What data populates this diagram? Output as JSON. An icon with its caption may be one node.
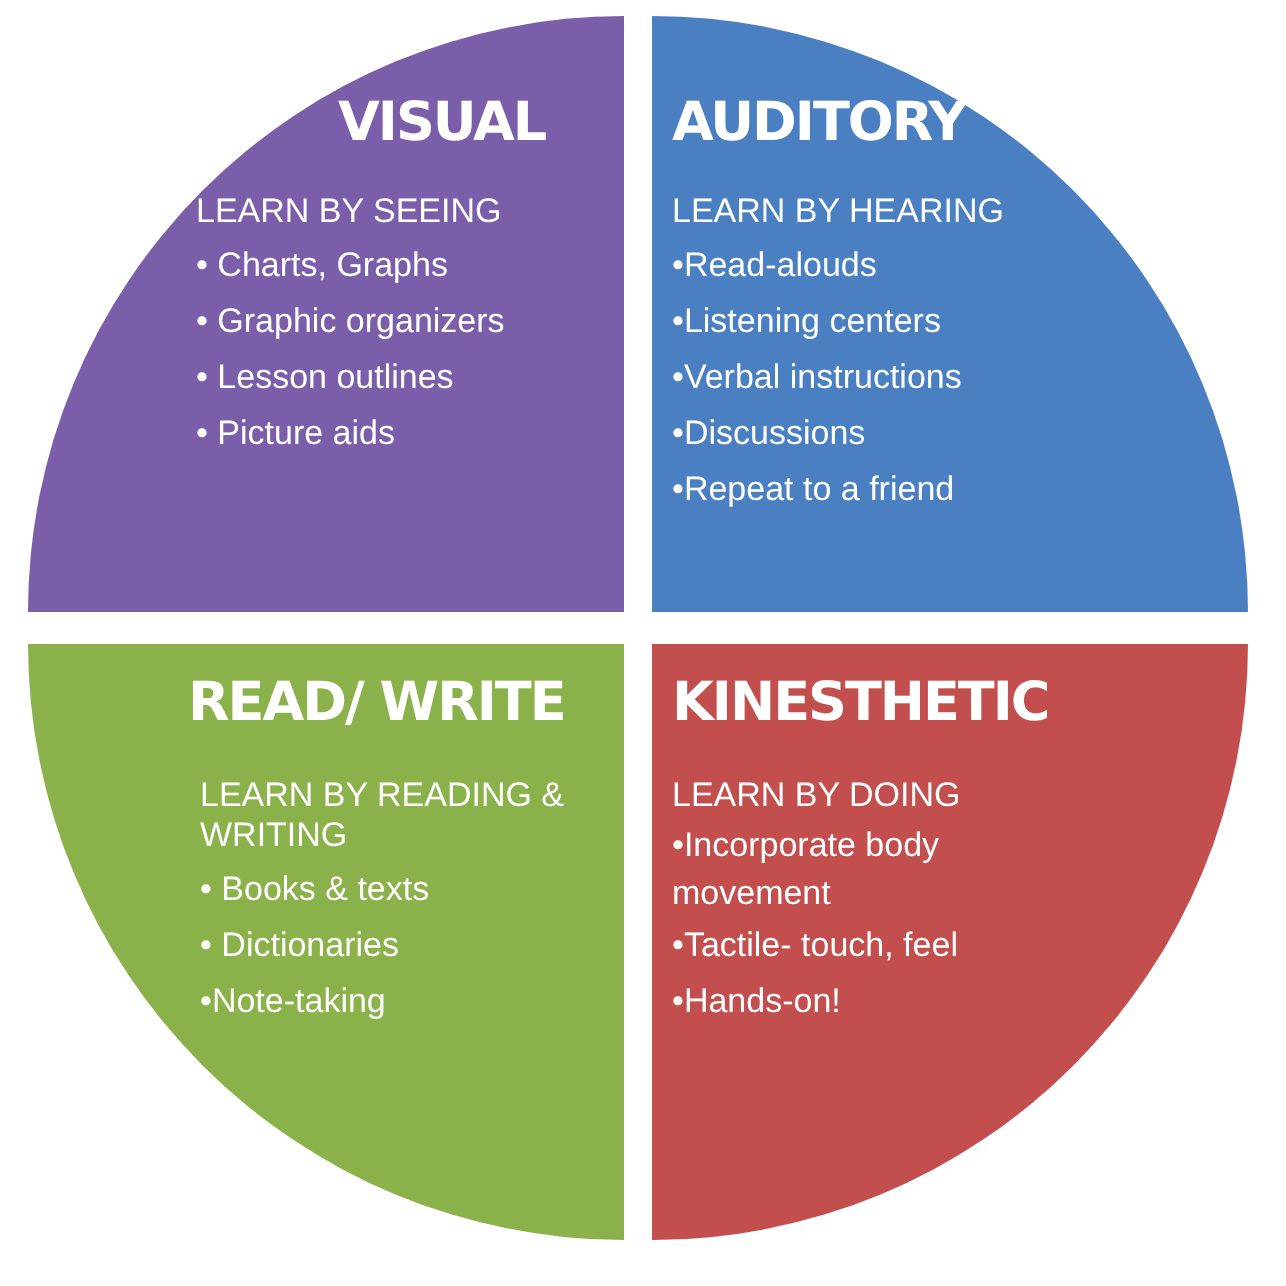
{
  "diagram": {
    "nodes": [
      {
        "text": [
          "VISUAL",
          "LEARN BY SEEING",
          "• Charts, Graphs",
          "• Graphic organizers",
          "• Lesson outlines",
          "• Picture aids"
        ]
      },
      {
        "text": [
          "AUDITORY",
          "LEARN BY HEARING",
          "•Read-alouds",
          "•Listening centers",
          "•Verbal instructions",
          "•Discussions",
          "•Repeat to a friend"
        ]
      },
      {
        "text": [
          "READ/ WRITE",
          "LEARN BY READING & WRITING",
          "• Books & texts",
          "• Dictionaries",
          "•Note-taking"
        ]
      },
      {
        "text": [
          "KINESTHETIC",
          "LEARN BY DOING",
          "•Incorporate body movement",
          "•Tactile- touch, feel",
          "•Hands-on!"
        ]
      }
    ]
  }
}
